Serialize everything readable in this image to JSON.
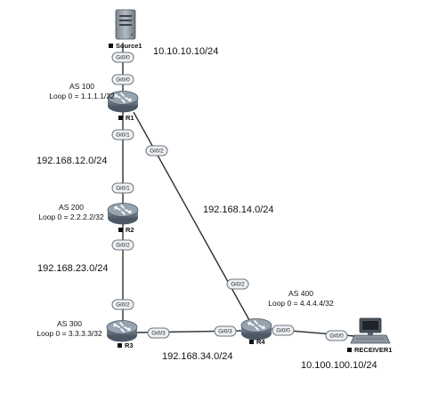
{
  "nodes": {
    "source1": {
      "name": "Source1",
      "address": "10.10.10.10/24",
      "iface": "Gi0/0"
    },
    "receiver1": {
      "name": "RECEIVER1",
      "address": "10.100.100.10/24",
      "iface": "Gi0/0"
    },
    "r1": {
      "name": "R1",
      "as": "AS 100",
      "loopback": "Loop 0 = 1.1.1.1/32",
      "iface_up": "Gi0/0",
      "iface_down": "Gi0/1",
      "iface_diag": "Gi0/2"
    },
    "r2": {
      "name": "R2",
      "as": "AS 200",
      "loopback": "Loop 0 = 2.2.2.2/32",
      "iface_up": "Gi0/1",
      "iface_down": "Gi0/2"
    },
    "r3": {
      "name": "R3",
      "as": "AS 300",
      "loopback": "Loop 0 = 3.3.3.3/32",
      "iface_up": "Gi0/2",
      "iface_right": "Gi0/3"
    },
    "r4": {
      "name": "R4",
      "as": "AS 400",
      "loopback": "Loop 0 = 4.4.4.4/32",
      "iface_left": "Gi0/3",
      "iface_up": "Gi0/2",
      "iface_right": "Gi0/0"
    }
  },
  "networks": {
    "r1_r2": "192.168.12.0/24",
    "r1_r4": "192.168.14.0/24",
    "r2_r3": "192.168.23.0/24",
    "r3_r4": "192.168.34.0/24"
  },
  "colors": {
    "router_body": "#5f6c79",
    "router_top": "#8a97a4",
    "pill_fill": "#eef1f4",
    "link": "#2f2f2f"
  }
}
